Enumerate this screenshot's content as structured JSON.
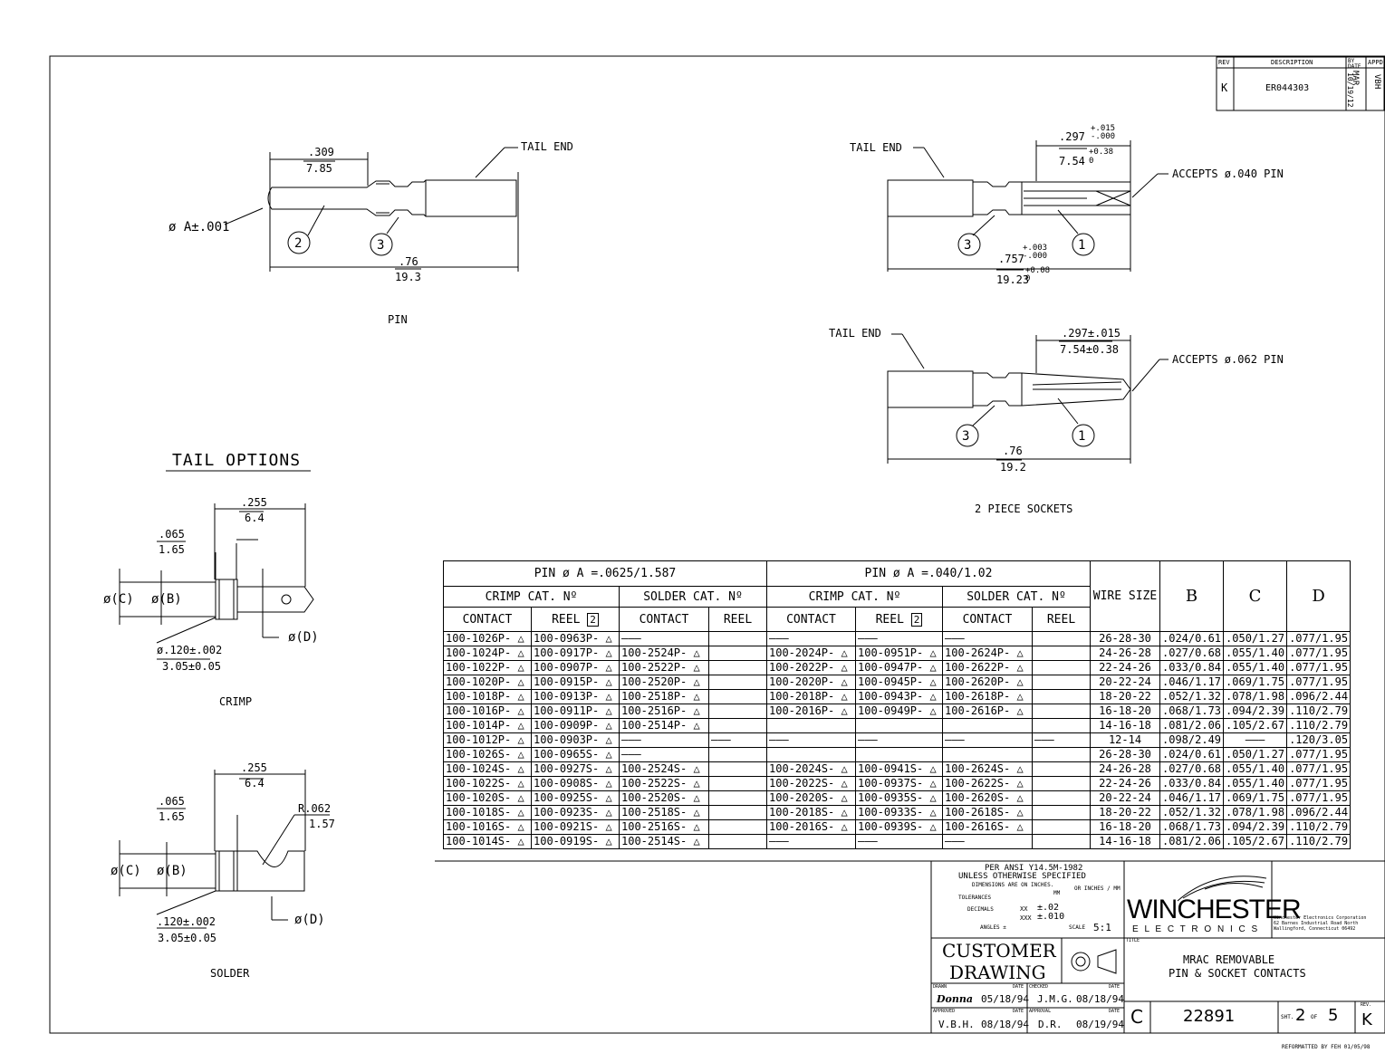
{
  "revision_block": {
    "headers": {
      "rev": "REV",
      "description": "DESCRIPTION",
      "by_date": "BY DATE",
      "appd": "APPD"
    },
    "row": {
      "rev": "K",
      "description": "ER044303",
      "by": "MAR",
      "date": "10/19/12",
      "appd": "VBH"
    }
  },
  "pin_view": {
    "label": "PIN",
    "tail_end": "TAIL END",
    "dim_top_in": ".309",
    "dim_top_mm": "7.85",
    "dim_bottom_in": ".76",
    "dim_bottom_mm": "19.3",
    "diameter": "ø A±.001",
    "callouts": [
      "2",
      "3"
    ]
  },
  "socket_040": {
    "tail_end": "TAIL END",
    "accepts": "ACCEPTS ø.040 PIN",
    "dim_top_in": ".297",
    "dim_top_tol_plus": "+.015",
    "dim_top_tol_minus": "-.000",
    "dim_top_mm": "7.54",
    "dim_top_mm_plus": "+0.38",
    "dim_top_mm_minus": "0",
    "dim_bottom_in": ".757",
    "dim_bottom_tol_plus": "+.003",
    "dim_bottom_tol_minus": "-.000",
    "dim_bottom_mm": "19.23",
    "dim_bottom_mm_plus": "+0.08",
    "dim_bottom_mm_minus": "0",
    "callouts": [
      "3",
      "1"
    ]
  },
  "socket_062": {
    "tail_end": "TAIL END",
    "accepts": "ACCEPTS ø.062 PIN",
    "dim_top_in": ".297±.015",
    "dim_top_mm": "7.54±0.38",
    "dim_bottom_in": ".76",
    "dim_bottom_mm": "19.2",
    "callouts": [
      "3",
      "1"
    ],
    "label": "2 PIECE SOCKETS"
  },
  "tail_options": {
    "title": "TAIL OPTIONS",
    "crimp": {
      "label": "CRIMP",
      "dim_255": ".255",
      "dim_64": "6.4",
      "dim_065": ".065",
      "dim_165": "1.65",
      "c": "ø(C)",
      "b": "ø(B)",
      "d": "ø(D)",
      "dim_120": "ø.120±.002",
      "dim_305": "3.05±0.05"
    },
    "solder": {
      "label": "SOLDER",
      "dim_255": ".255",
      "dim_64": "6.4",
      "dim_065": ".065",
      "dim_165": "1.65",
      "c": "ø(C)",
      "b": "ø(B)",
      "d": "ø(D)",
      "r": "R.062",
      "r_mm": "1.57",
      "dim_120": ".120±.002",
      "dim_305": "3.05±0.05"
    }
  },
  "contact_table": {
    "group1_title": "PIN ø A =.0625/1.587",
    "group2_title": "PIN ø A =.040/1.02",
    "crimp_cat": "CRIMP CAT. Nº",
    "solder_cat": "SOLDER CAT. Nº",
    "contact": "CONTACT",
    "reel": "REEL",
    "reel_note": "2",
    "wire_size": "WIRE SIZE",
    "b": "B",
    "c": "C",
    "d": "D",
    "rows": [
      [
        "100-1026P- △",
        "100-0963P- △",
        "———",
        "",
        "———",
        "———",
        "———",
        "",
        "26-28-30",
        ".024/0.61",
        ".050/1.27",
        ".077/1.95"
      ],
      [
        "100-1024P- △",
        "100-0917P- △",
        "100-2524P- △",
        "",
        "100-2024P- △",
        "100-0951P- △",
        "100-2624P- △",
        "",
        "24-26-28",
        ".027/0.68",
        ".055/1.40",
        ".077/1.95"
      ],
      [
        "100-1022P- △",
        "100-0907P- △",
        "100-2522P- △",
        "",
        "100-2022P- △",
        "100-0947P- △",
        "100-2622P- △",
        "",
        "22-24-26",
        ".033/0.84",
        ".055/1.40",
        ".077/1.95"
      ],
      [
        "100-1020P- △",
        "100-0915P- △",
        "100-2520P- △",
        "",
        "100-2020P- △",
        "100-0945P- △",
        "100-2620P- △",
        "",
        "20-22-24",
        ".046/1.17",
        ".069/1.75",
        ".077/1.95"
      ],
      [
        "100-1018P- △",
        "100-0913P- △",
        "100-2518P- △",
        "",
        "100-2018P- △",
        "100-0943P- △",
        "100-2618P- △",
        "",
        "18-20-22",
        ".052/1.32",
        ".078/1.98",
        ".096/2.44"
      ],
      [
        "100-1016P- △",
        "100-0911P- △",
        "100-2516P- △",
        "",
        "100-2016P- △",
        "100-0949P- △",
        "100-2616P- △",
        "",
        "16-18-20",
        ".068/1.73",
        ".094/2.39",
        ".110/2.79"
      ],
      [
        "100-1014P- △",
        "100-0909P- △",
        "100-2514P- △",
        "",
        "",
        "",
        "",
        "",
        "14-16-18",
        ".081/2.06",
        ".105/2.67",
        ".110/2.79"
      ],
      [
        "100-1012P- △",
        "100-0903P- △",
        "———",
        "———",
        "———",
        "———",
        "———",
        "———",
        "12-14",
        ".098/2.49",
        "———",
        ".120/3.05"
      ],
      [
        "100-1026S- △",
        "100-0965S- △",
        "———",
        "",
        "",
        "",
        "",
        "",
        "26-28-30",
        ".024/0.61",
        ".050/1.27",
        ".077/1.95"
      ],
      [
        "100-1024S- △",
        "100-0927S- △",
        "100-2524S- △",
        "",
        "100-2024S- △",
        "100-0941S- △",
        "100-2624S- △",
        "",
        "24-26-28",
        ".027/0.68",
        ".055/1.40",
        ".077/1.95"
      ],
      [
        "100-1022S- △",
        "100-0908S- △",
        "100-2522S- △",
        "",
        "100-2022S- △",
        "100-0937S- △",
        "100-2622S- △",
        "",
        "22-24-26",
        ".033/0.84",
        ".055/1.40",
        ".077/1.95"
      ],
      [
        "100-1020S- △",
        "100-0925S- △",
        "100-2520S- △",
        "",
        "100-2020S- △",
        "100-0935S- △",
        "100-2620S- △",
        "",
        "20-22-24",
        ".046/1.17",
        ".069/1.75",
        ".077/1.95"
      ],
      [
        "100-1018S- △",
        "100-0923S- △",
        "100-2518S- △",
        "",
        "100-2018S- △",
        "100-0933S- △",
        "100-2618S- △",
        "",
        "18-20-22",
        ".052/1.32",
        ".078/1.98",
        ".096/2.44"
      ],
      [
        "100-1016S- △",
        "100-0921S- △",
        "100-2516S- △",
        "",
        "100-2016S- △",
        "100-0939S- △",
        "100-2616S- △",
        "",
        "16-18-20",
        ".068/1.73",
        ".094/2.39",
        ".110/2.79"
      ],
      [
        "100-1014S- △",
        "100-0919S- △",
        "100-2514S- △",
        "",
        "———",
        "———",
        "———",
        "",
        "14-16-18",
        ".081/2.06",
        ".105/2.67",
        ".110/2.79"
      ]
    ]
  },
  "title_block": {
    "spec1": "PER ANSI Y14.5M-1982",
    "spec2": "UNLESS OTHERWISE SPECIFIED",
    "spec3": "DIMENSIONS ARE ON INCHES.",
    "spec3b": "MM",
    "spec3c": "OR INCHES / MM",
    "tolerances": "TOLERANCES",
    "decimals": "DECIMALS",
    "xx": "XX",
    "xx_val": "±.02",
    "xxx": "XXX",
    "xxx_val": "±.010",
    "angles": "ANGLES ±",
    "scale_label": "SCALE",
    "scale": "5:1",
    "customer1": "CUSTOMER",
    "customer2": "DRAWING",
    "drawn_label": "DRAWN",
    "date_label": "DATE",
    "checked_label": "CHECKED",
    "approved_label": "APPROVED",
    "approval_label": "APPROVAL",
    "drawn_by": "Donna",
    "drawn_date": "05/18/94",
    "checked_by": "J.M.G.",
    "checked_date": "08/18/94",
    "approved_by": "V.B.H.",
    "approved_date": "08/18/94",
    "approval_by": "D.R.",
    "approval_date": "08/19/94",
    "company": "WINCHESTER",
    "company_sub": "E L E C T R O N I C S",
    "address1": "Winchester Electronics Corporation",
    "address2": "62 Barnes Industrial Road North",
    "address3": "Wallingford, Connecticut  06492",
    "title_label": "TITLE",
    "title1": "MRAC REMOVABLE",
    "title2": "PIN & SOCKET CONTACTS",
    "size": "C",
    "drawing_no": "22891",
    "sheet_label": "SHT.",
    "sheet": "2",
    "of": "OF",
    "sheets": "5",
    "rev_label": "REV.",
    "rev": "K",
    "reformatted": "REFORMATTED BY FEH 01/05/98"
  }
}
